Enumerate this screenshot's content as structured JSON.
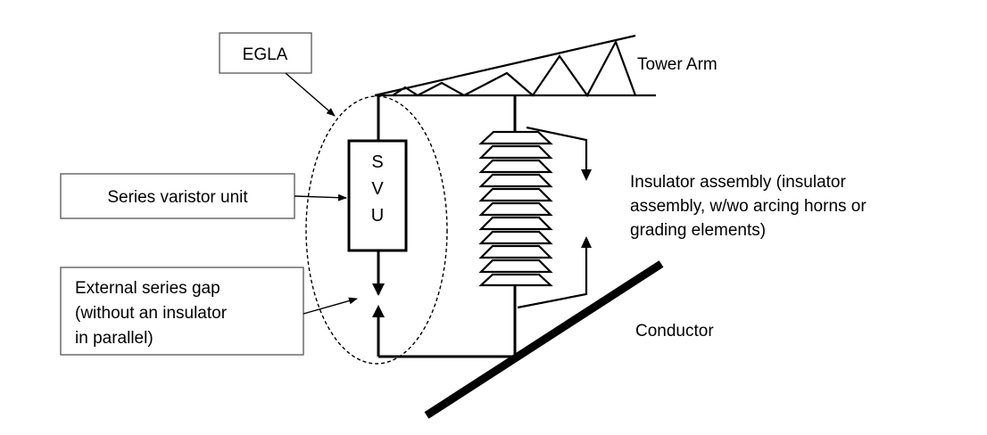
{
  "labels": {
    "egla": "EGLA",
    "tower_arm": "Tower Arm",
    "series_varistor_unit": "Series varistor unit",
    "external_gap": [
      "External series gap",
      "(without an insulator",
      "in parallel)"
    ],
    "insulator_assembly": [
      "Insulator assembly (insulator",
      "assembly, w/wo arcing horns or",
      "grading elements)"
    ],
    "conductor": "Conductor"
  },
  "svu_letters": [
    "S",
    "V",
    "U"
  ],
  "colors": {
    "line": "#000000",
    "box_border": "#555555",
    "background": "#ffffff"
  }
}
